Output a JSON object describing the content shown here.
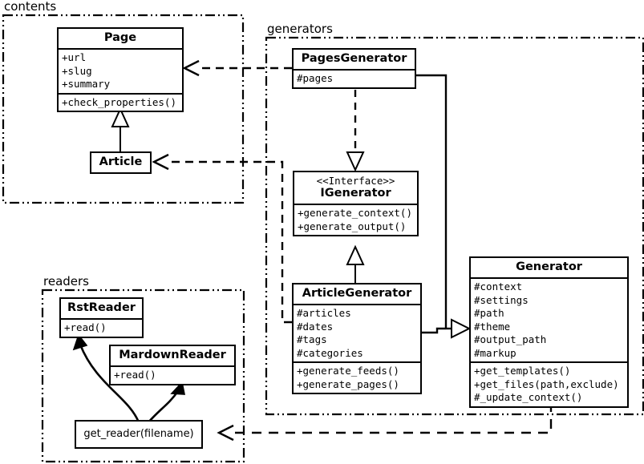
{
  "diagram": {
    "kind": "uml-class-diagram",
    "packages": [
      {
        "id": "contents",
        "label": "contents"
      },
      {
        "id": "generators",
        "label": "generators"
      },
      {
        "id": "readers",
        "label": "readers"
      }
    ],
    "classes": [
      {
        "id": "page",
        "name": "Page",
        "stereotype": "",
        "attributes": [
          "+url",
          "+slug",
          "+summary"
        ],
        "operations": [
          "+check_properties()"
        ]
      },
      {
        "id": "article",
        "name": "Article",
        "stereotype": "",
        "attributes": [],
        "operations": []
      },
      {
        "id": "pages-generator",
        "name": "PagesGenerator",
        "stereotype": "",
        "attributes": [
          "#pages"
        ],
        "operations": []
      },
      {
        "id": "igenerator",
        "name": "IGenerator",
        "stereotype": "<<Interface>>",
        "attributes": [],
        "operations": [
          "+generate_context()",
          "+generate_output()"
        ]
      },
      {
        "id": "article-generator",
        "name": "ArticleGenerator",
        "stereotype": "",
        "attributes": [
          "#articles",
          "#dates",
          "#tags",
          "#categories"
        ],
        "operations": [
          "+generate_feeds()",
          "+generate_pages()"
        ]
      },
      {
        "id": "generator",
        "name": "Generator",
        "stereotype": "",
        "attributes": [
          "#context",
          "#settings",
          "#path",
          "#theme",
          "#output_path",
          "#markup"
        ],
        "operations": [
          "+get_templates()",
          "+get_files(path,exclude)",
          "#_update_context()"
        ]
      },
      {
        "id": "rst-reader",
        "name": "RstReader",
        "stereotype": "",
        "attributes": [],
        "operations": [
          "+read()"
        ]
      },
      {
        "id": "mardown-reader",
        "name": "MardownReader",
        "stereotype": "",
        "attributes": [],
        "operations": [
          "+read()"
        ]
      }
    ],
    "functions": [
      {
        "id": "get-reader",
        "label": "get_reader(filename)"
      }
    ],
    "relationships": [
      {
        "id": "article-inherits-page",
        "from": "Article",
        "to": "Page",
        "type": "generalization"
      },
      {
        "id": "pagesgenerator-realizes-igenerator",
        "from": "PagesGenerator",
        "to": "IGenerator",
        "type": "realization"
      },
      {
        "id": "articlegenerator-inherits-igenerator",
        "from": "ArticleGenerator",
        "to": "IGenerator",
        "type": "generalization"
      },
      {
        "id": "pagesgenerator-inherits-generator",
        "from": "PagesGenerator",
        "to": "Generator",
        "type": "generalization"
      },
      {
        "id": "articlegenerator-inherits-generator",
        "from": "ArticleGenerator",
        "to": "Generator",
        "type": "generalization"
      },
      {
        "id": "pagesgenerator-uses-page",
        "from": "PagesGenerator",
        "to": "Page",
        "type": "dependency"
      },
      {
        "id": "articlegenerator-uses-article",
        "from": "ArticleGenerator",
        "to": "Article",
        "type": "dependency"
      },
      {
        "id": "generator-uses-get-reader",
        "from": "Generator",
        "to": "get_reader(filename)",
        "type": "dependency"
      },
      {
        "id": "get-reader-creates-rstreader",
        "from": "get_reader(filename)",
        "to": "RstReader",
        "type": "association"
      },
      {
        "id": "get-reader-creates-mardownreader",
        "from": "get_reader(filename)",
        "to": "MardownReader",
        "type": "association"
      }
    ],
    "colors": {
      "stroke": "#000000",
      "fill": "#ffffff"
    }
  }
}
